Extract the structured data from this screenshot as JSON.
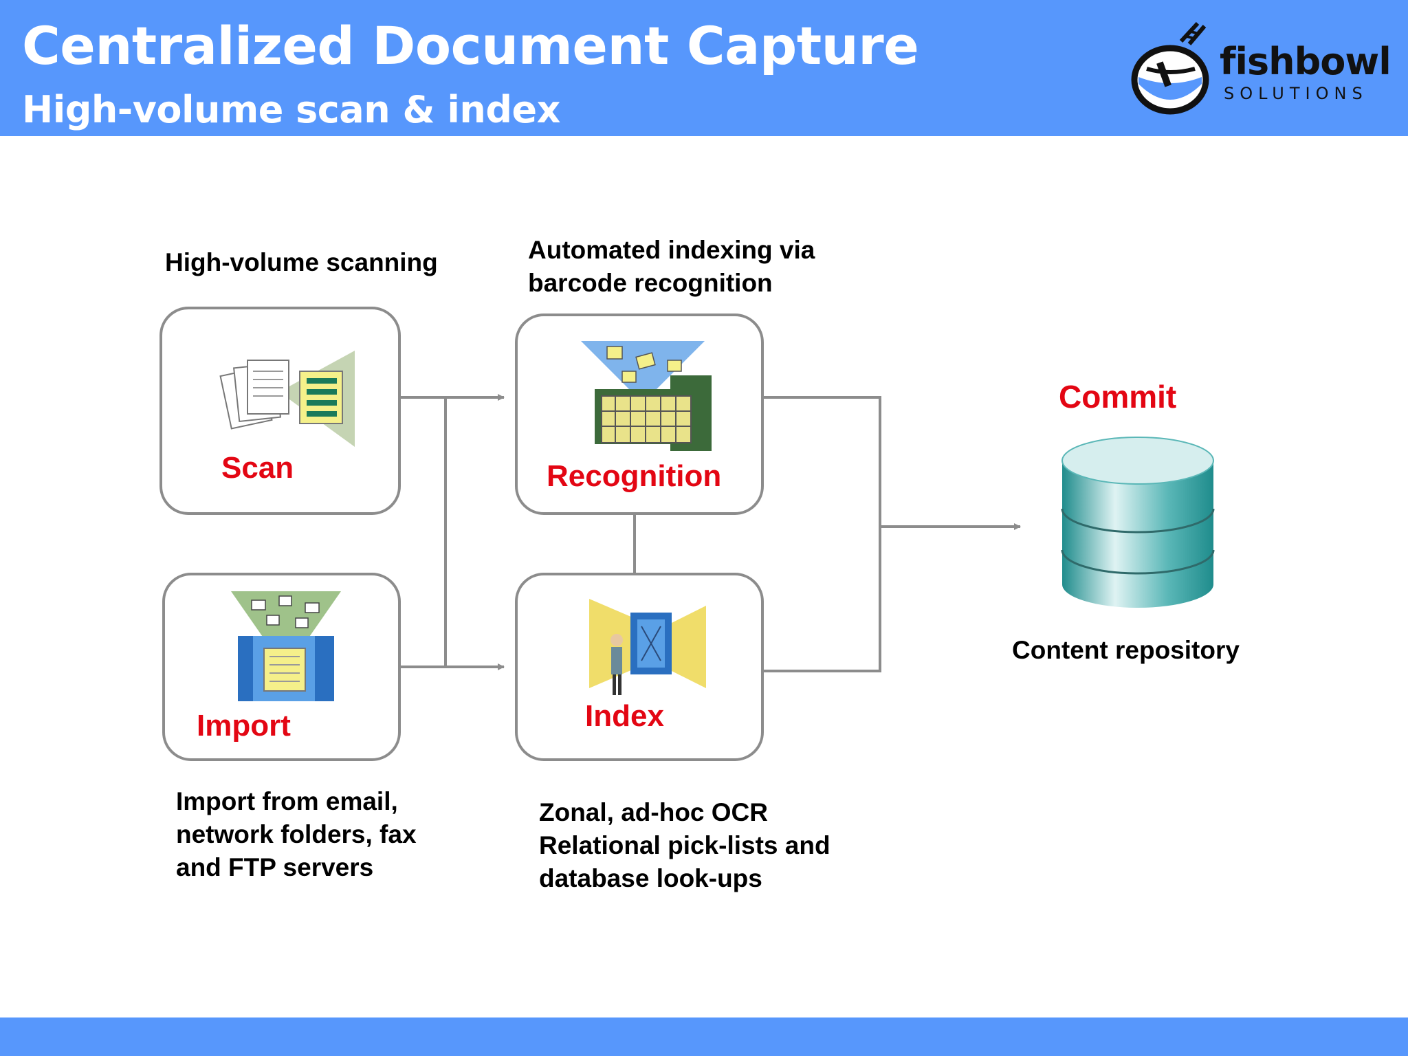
{
  "header": {
    "title": "Centralized Document Capture",
    "subtitle": "High-volume scan & index",
    "logo": {
      "wordmark": "fishbowl",
      "tagline": "SOLUTIONS",
      "icon": "fishbowl-logo-icon"
    }
  },
  "diagram": {
    "nodes": [
      {
        "id": "scan",
        "label": "Scan",
        "icon": "scanner-documents-icon"
      },
      {
        "id": "import",
        "label": "Import",
        "icon": "import-folder-icon"
      },
      {
        "id": "recognition",
        "label": "Recognition",
        "icon": "barcode-recognition-icon"
      },
      {
        "id": "index",
        "label": "Index",
        "icon": "index-operator-icon"
      },
      {
        "id": "commit",
        "label": "Commit",
        "icon": "database-icon"
      }
    ],
    "descriptions": {
      "scan": [
        "High-volume scanning"
      ],
      "recognition": [
        "Automated indexing via",
        "barcode recognition"
      ],
      "import": [
        "Import from email,",
        "network folders, fax",
        "and FTP servers"
      ],
      "index": [
        "Zonal, ad-hoc OCR",
        "Relational pick-lists and",
        "database look-ups"
      ],
      "commit": [
        "Content repository"
      ]
    },
    "edges": [
      {
        "from": "scan",
        "to": "recognition"
      },
      {
        "from": "scan",
        "to": "index"
      },
      {
        "from": "import",
        "to": "recognition"
      },
      {
        "from": "import",
        "to": "index"
      },
      {
        "from": "recognition",
        "to": "index"
      },
      {
        "from": "recognition",
        "to": "commit"
      },
      {
        "from": "index",
        "to": "commit"
      }
    ]
  },
  "colors": {
    "header_bar": "#5797fc",
    "node_label": "#e30613",
    "connector": "#8c8c8c",
    "database": "#3fa7a7"
  }
}
